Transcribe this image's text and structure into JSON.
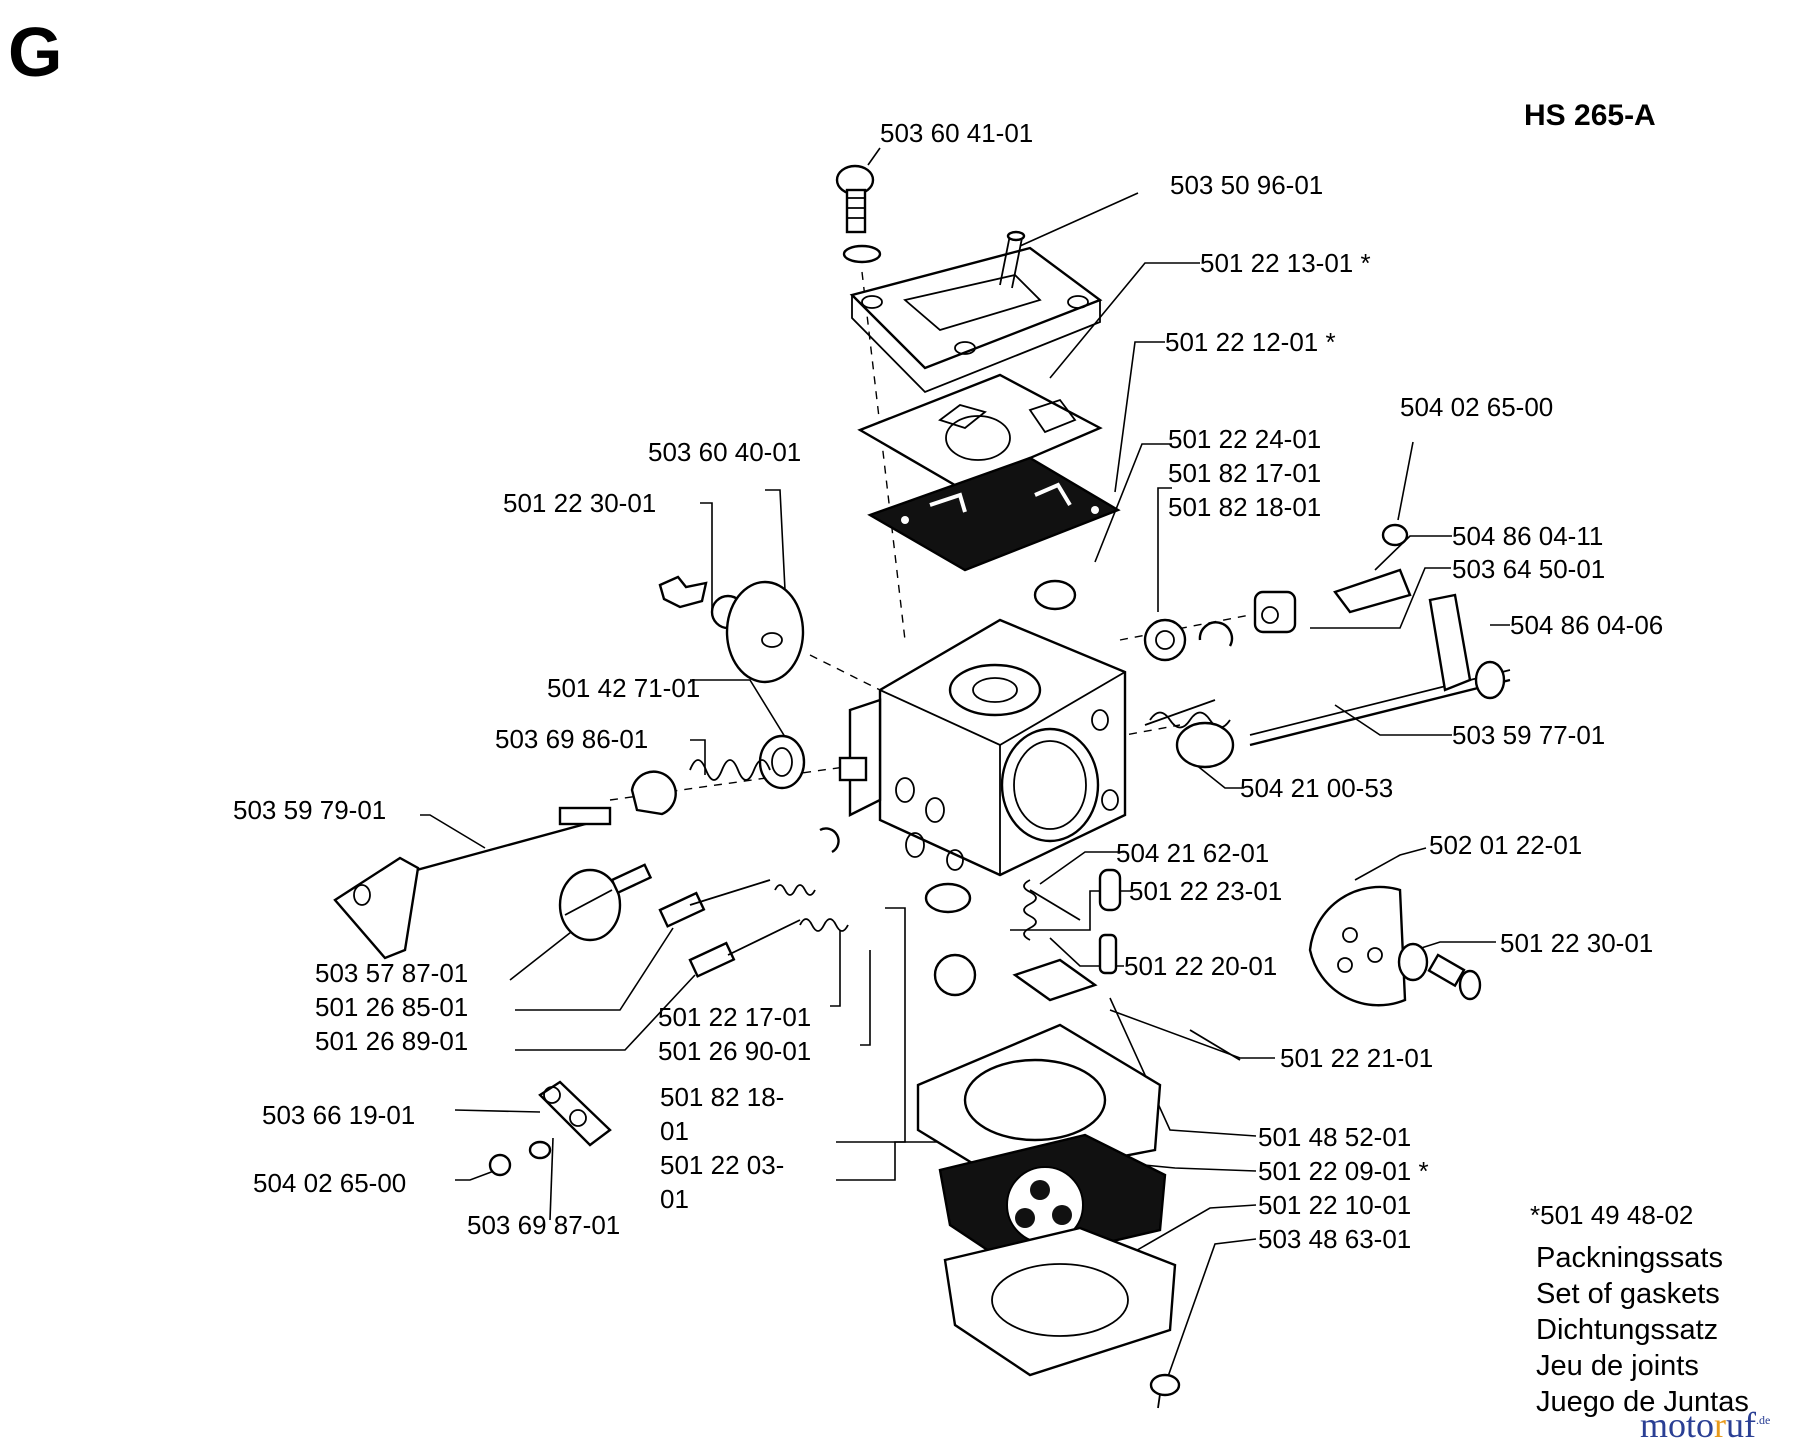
{
  "section_letter": "G",
  "model": "HS 265-A",
  "parts": [
    "503 60 41-01",
    "503 50 96-01",
    "501 22 13-01 *",
    "501 22 12-01 *",
    "504 02 65-00",
    "503 60 40-01",
    "501 22 24-01",
    "501 82 17-01",
    "501 82 18-01",
    "501 22 30-01",
    "504 86 04-11",
    "503 64 50-01",
    "504 86 04-06",
    "501 42 71-01",
    "503 69 86-01",
    "503 59 77-01",
    "504 21 00-53",
    "503 59 79-01",
    "504 21 62-01",
    "502 01 22-01",
    "501 22 23-01",
    "501 22 30-01",
    "501 22 20-01",
    "503 57 87-01",
    "501 26 85-01",
    "501 26 89-01",
    "501 22 17-01",
    "501 26 90-01",
    "501 82 18-",
    "01",
    "501 22 21-01",
    "503 66 19-01",
    "501 48 52-01",
    "501 22 03-",
    "01",
    "501 22 09-01 *",
    "504 02 65-00",
    "501 22 10-01",
    "503 69 87-01",
    "503 48 63-01"
  ],
  "kit": {
    "number": "*501 49 48-02",
    "lines": [
      "Packningssats",
      "Set of gaskets",
      "Dichtungssatz",
      "Jeu de joints",
      "Juego de Juntas"
    ]
  },
  "watermark": {
    "part1": "moto",
    "part2": "r",
    "part3": "uf",
    "suffix": ".de"
  }
}
